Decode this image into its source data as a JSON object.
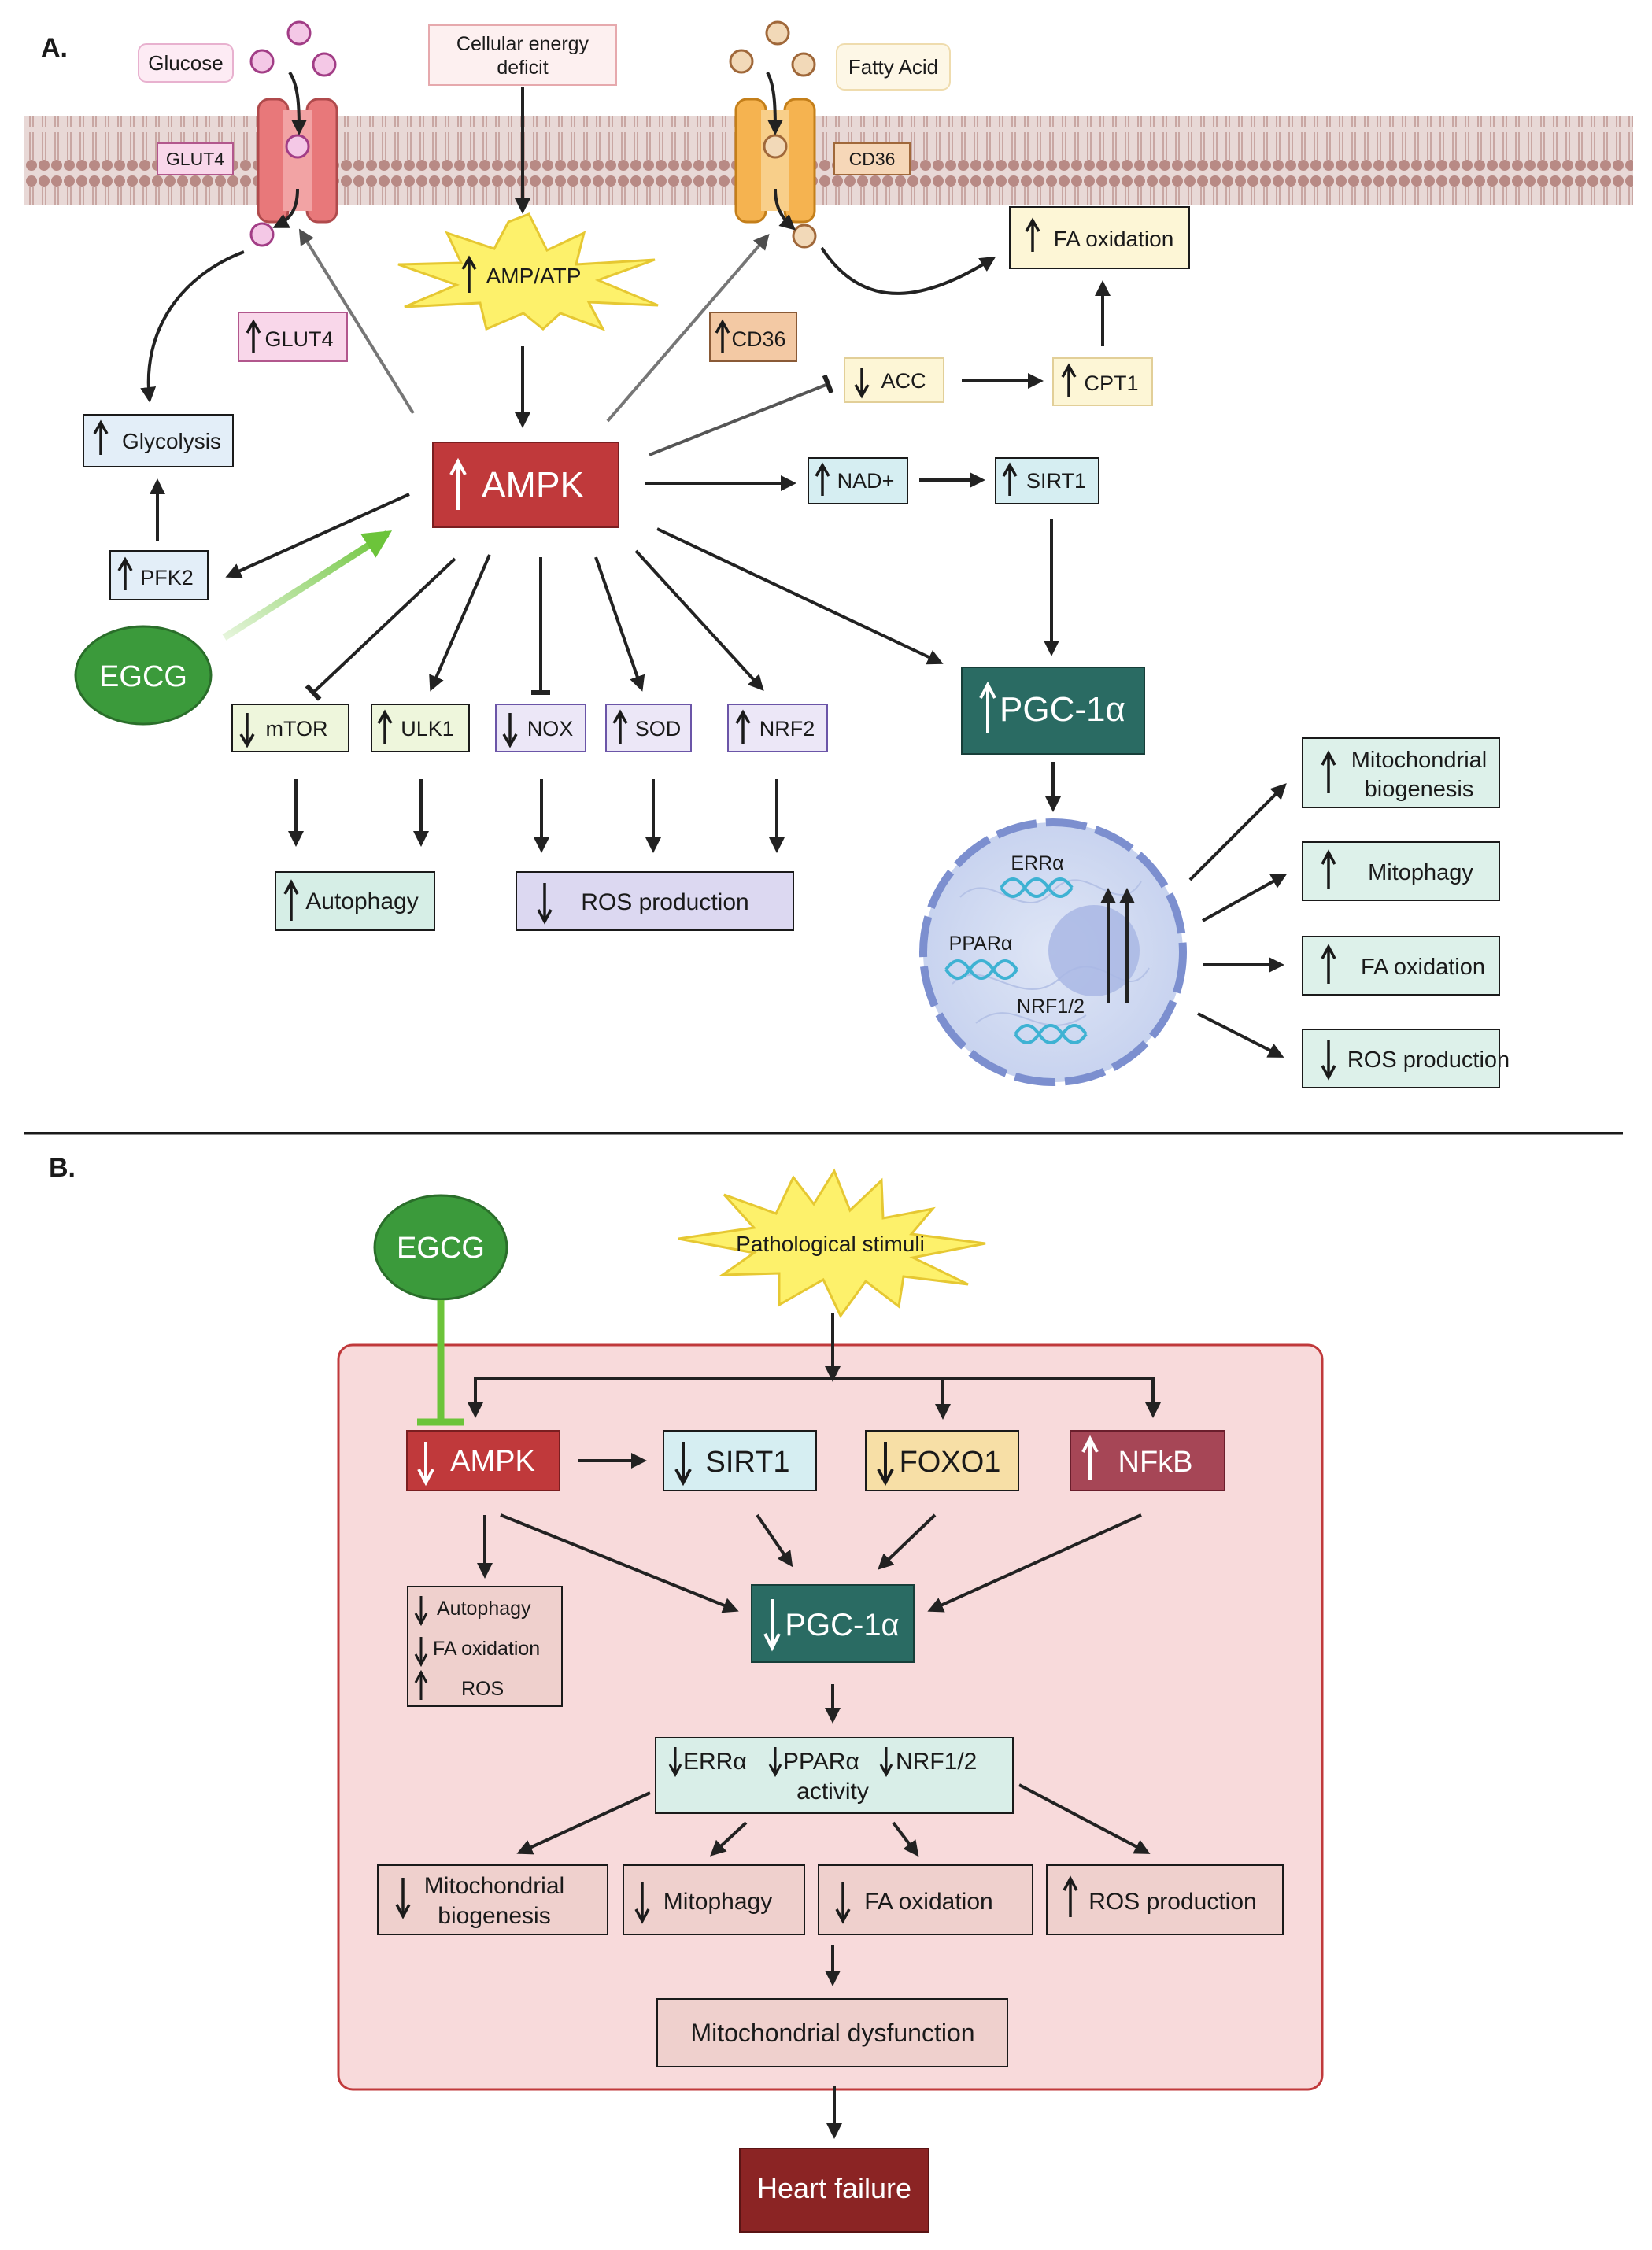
{
  "panel_a": {
    "label": "A.",
    "glucose": "Glucose",
    "energy_deficit": [
      "Cellular energy",
      "deficit"
    ],
    "fatty_acid": "Fatty Acid",
    "glut4_channel": "GLUT4",
    "cd36_channel": "CD36",
    "amp_atp": "AMP/ATP",
    "fa_oxidation_top": "FA oxidation",
    "glut4_up": "GLUT4",
    "cd36_up": "CD36",
    "acc": "ACC",
    "cpt1": "CPT1",
    "glycolysis": "Glycolysis",
    "ampk": "AMPK",
    "nad": "NAD+",
    "sirt1": "SIRT1",
    "pfk2": "PFK2",
    "egcg": "EGCG",
    "mtor": "mTOR",
    "ulk1": "ULK1",
    "nox": "NOX",
    "sod": "SOD",
    "nrf2": "NRF2",
    "pgc1a": "PGC-1α",
    "autophagy": "Autophagy",
    "ros_production_left": "ROS production",
    "nucleus_genes": [
      "ERRα",
      "PPARα",
      "NRF1/2"
    ],
    "mito_biogenesis": [
      "Mitochondrial",
      "biogenesis"
    ],
    "mitophagy": "Mitophagy",
    "fa_oxidation_right": "FA oxidation",
    "ros_production_right": "ROS production"
  },
  "panel_b": {
    "label": "B.",
    "egcg": "EGCG",
    "pathological": "Pathological stimuli",
    "ampk": "AMPK",
    "sirt1": "SIRT1",
    "foxo1": "FOXO1",
    "nfkb": "NFkB",
    "small_effects": [
      "Autophagy",
      "FA oxidation",
      "ROS"
    ],
    "pgc1a": "PGC-1α",
    "activity": [
      "ERRα",
      "PPARα",
      "NRF1/2",
      "activity"
    ],
    "mito_biogenesis": [
      "Mitochondrial",
      "biogenesis"
    ],
    "mitophagy": "Mitophagy",
    "fa_oxidation": "FA oxidation",
    "ros_production": "ROS production",
    "dysfunction": "Mitochondrial dysfunction",
    "heart_failure": "Heart failure"
  },
  "colors": {
    "ampk_red": "#c0393b",
    "pgc_teal": "#2a6b63",
    "egcg_green": "#3b9a3b",
    "green_arrow": "#6cc43a",
    "membrane": "#b88a85",
    "burst_yellow": "#fdf16b",
    "panel_b_bg": "#f8dadb",
    "heart_failure": "#8b2424"
  }
}
